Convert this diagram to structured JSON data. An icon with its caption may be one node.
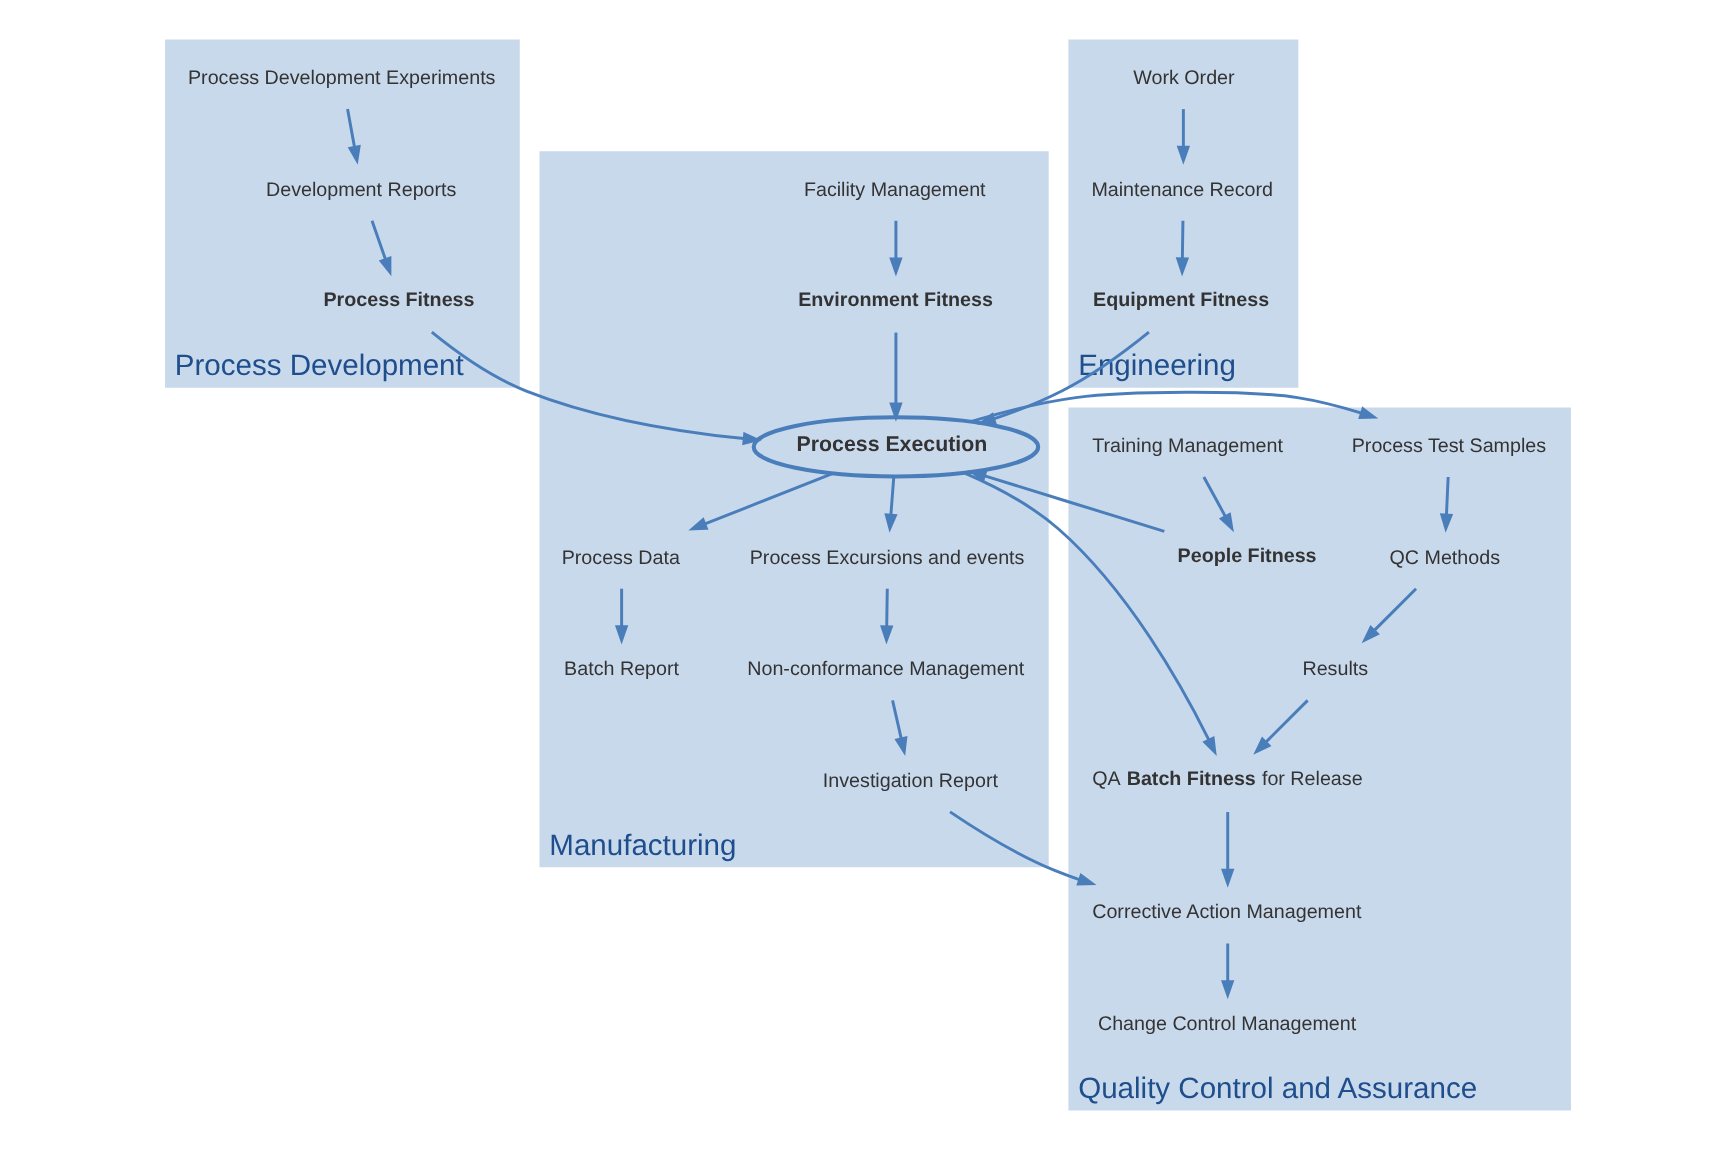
{
  "diagram": {
    "nodes": [
      {
        "text": [
          "Process Development"
        ]
      },
      {
        "text": [
          "Process Development Experiments"
        ],
        "in": 0
      },
      {
        "text": [
          "Development Reports"
        ],
        "in": 0
      },
      {
        "text": [
          "Process Fitness"
        ],
        "in": 0
      },
      {
        "text": [
          "Engineering"
        ]
      },
      {
        "text": [
          "Work Order"
        ],
        "in": 4
      },
      {
        "text": [
          "Maintenance Record"
        ],
        "in": 4
      },
      {
        "text": [
          "Equipment Fitness"
        ],
        "in": 4
      },
      {
        "text": [
          "Manufacturing"
        ]
      },
      {
        "text": [
          "Facility Management"
        ],
        "in": 8
      },
      {
        "text": [
          "Environment Fitness"
        ],
        "in": 8
      },
      {
        "text": [
          "Process Execution"
        ],
        "in": 8
      },
      {
        "text": [
          "Process Data"
        ],
        "in": 8
      },
      {
        "text": [
          "Batch Report"
        ],
        "in": 8
      },
      {
        "text": [
          "Process Excursions and events"
        ],
        "in": 8
      },
      {
        "text": [
          "Non-conformance Management"
        ],
        "in": 8
      },
      {
        "text": [
          "Investigation Report"
        ],
        "in": 8
      },
      {
        "text": [
          "Quality Control and Assurance"
        ]
      },
      {
        "text": [
          "Training Management"
        ],
        "in": 17
      },
      {
        "text": [
          "People Fitness"
        ],
        "in": 17
      },
      {
        "text": [
          "Process Test Samples"
        ],
        "in": 17
      },
      {
        "text": [
          "QC Methods"
        ],
        "in": 17
      },
      {
        "text": [
          "Results"
        ],
        "in": 17
      },
      {
        "text": [
          "QA **Batch Fitness** for Release"
        ],
        "in": 17
      },
      {
        "text": [
          "Corrective Action Management"
        ],
        "in": 17
      },
      {
        "text": [
          "Change Control Management"
        ],
        "in": 17
      }
    ],
    "edges": [
      {
        "from": 1,
        "to": 2,
        "arrow": "to"
      },
      {
        "from": 2,
        "to": 3,
        "arrow": "to"
      },
      {
        "from": 3,
        "to": 11,
        "arrow": "to"
      },
      {
        "from": 5,
        "to": 6,
        "arrow": "to"
      },
      {
        "from": 6,
        "to": 7,
        "arrow": "to"
      },
      {
        "from": 7,
        "to": 11,
        "arrow": "to"
      },
      {
        "from": 9,
        "to": 10,
        "arrow": "to"
      },
      {
        "from": 10,
        "to": 11,
        "arrow": "to"
      },
      {
        "from": 18,
        "to": 19,
        "arrow": "to"
      },
      {
        "from": 19,
        "to": 11,
        "arrow": "to"
      },
      {
        "from": 11,
        "to": 12,
        "arrow": "to"
      },
      {
        "from": 12,
        "to": 13,
        "arrow": "to"
      },
      {
        "from": 11,
        "to": 20,
        "arrow": "to"
      },
      {
        "from": 20,
        "to": 21,
        "arrow": "to"
      },
      {
        "from": 21,
        "to": 22,
        "arrow": "to"
      },
      {
        "from": 22,
        "to": 23,
        "arrow": "to"
      },
      {
        "from": 11,
        "to": 23,
        "arrow": "to"
      },
      {
        "from": 11,
        "to": 14,
        "arrow": "to"
      },
      {
        "from": 14,
        "to": 15,
        "arrow": "to"
      },
      {
        "from": 15,
        "to": 16,
        "arrow": "to"
      },
      {
        "from": 16,
        "to": 24,
        "arrow": "to"
      },
      {
        "from": 23,
        "to": 24,
        "arrow": "to"
      },
      {
        "from": 24,
        "to": 25,
        "arrow": "to"
      }
    ]
  }
}
